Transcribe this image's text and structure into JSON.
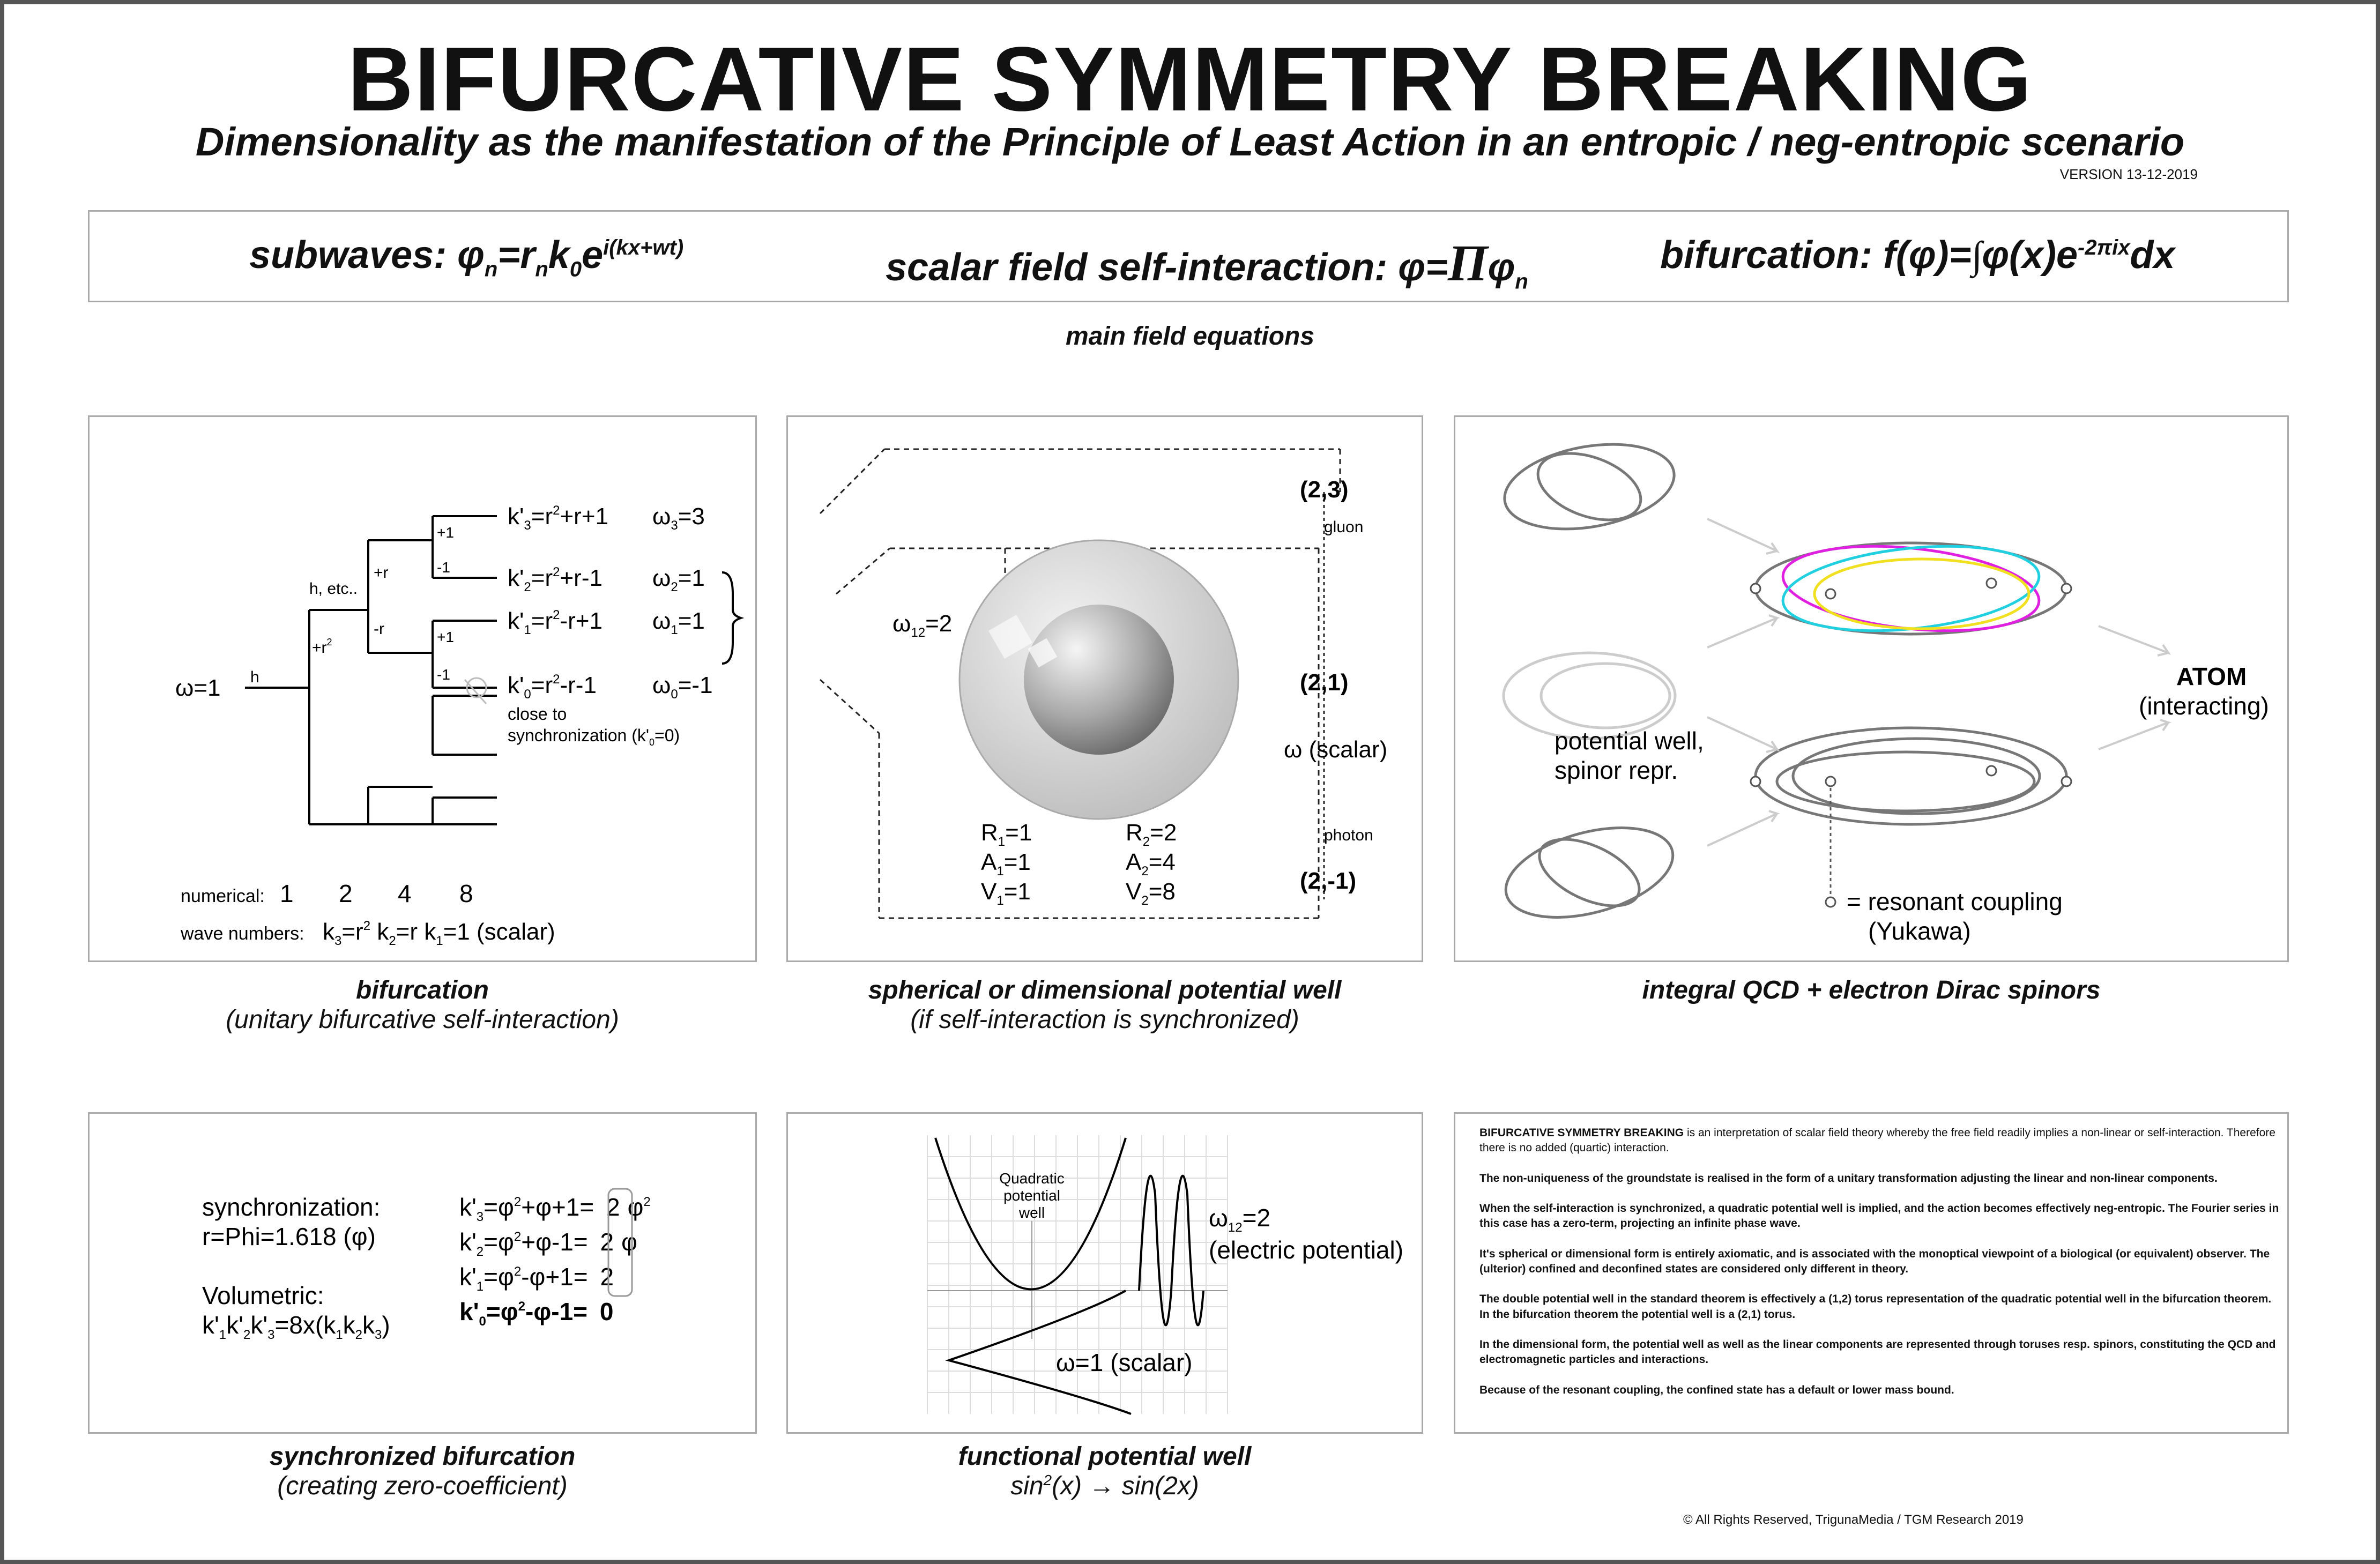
{
  "header": {
    "title": "BIFURCATIVE SYMMETRY BREAKING",
    "subtitle": "Dimensionality as the manifestation of the Principle of Least Action in an entropic / neg-entropic scenario",
    "version": "VERSION 13-12-2019"
  },
  "equations": {
    "subwaves_label": "subwaves:",
    "scalar_label": "scalar field self-interaction:",
    "bifurcation_label": "bifurcation:",
    "main_label": "main field equations"
  },
  "panel1": {
    "omega": "ω=1",
    "h": "h",
    "h_etc": "h, etc..",
    "plus_r2": "+r",
    "plus_r": "+r",
    "minus_r": "-r",
    "p1a": "+1",
    "m1a": "-1",
    "p1b": "+1",
    "m1b": "-1",
    "k3": "k'",
    "k3_rest": "=r",
    "w3": "ω",
    "close": "close to",
    "sync": "synchronization (k'",
    "numerical_label": "numerical:",
    "num": [
      "1",
      "2",
      "4",
      "8"
    ],
    "wave_label": "wave numbers:",
    "caption_title": "bifurcation",
    "caption_sub": "(unitary bifurcative self-interaction)"
  },
  "panel2": {
    "l23": "(2,3)",
    "gluon": "gluon",
    "l21": "(2,1)",
    "scalar": "ω (scalar)",
    "photon": "photon",
    "l2m1": "(2,-1)",
    "omega12": "ω",
    "caption_title": "spherical or dimensional potential well",
    "caption_sub": "(if self-interaction is synchronized)"
  },
  "panel3": {
    "potential": "potential well,",
    "spinor": "spinor repr.",
    "atom": "ATOM",
    "interacting": "(interacting)",
    "resonant": "= resonant coupling",
    "yukawa": "(Yukawa)",
    "caption_title": "integral QCD + electron Dirac spinors"
  },
  "panel4": {
    "sync_label": "synchronization:",
    "phi": "r=Phi=1.618 (φ)",
    "volumetric": "Volumetric:",
    "caption_title": "synchronized bifurcation",
    "caption_sub": "(creating zero-coefficient)"
  },
  "panel5": {
    "quadratic": [
      "Quadratic",
      "potential",
      "well"
    ],
    "electric": "(electric potential)",
    "scalar": "ω=1 (scalar)",
    "caption_title": "functional potential well"
  },
  "text": {
    "p1_bold": "BIFURCATIVE SYMMETRY BREAKING",
    "p1": " is an interpretation of scalar field theory whereby the free field readily implies a non-linear or self-interaction. Therefore there is no added (quartic) interaction.",
    "p2": "The non-uniqueness of the groundstate is realised in the form of a unitary transformation adjusting the linear and non-linear components.",
    "p3": "When the self-interaction is synchronized, a quadratic potential well is implied, and the action becomes effectively neg-entropic. The Fourier series in this case has a zero-term, projecting an infinite phase wave.",
    "p4": "It's spherical or dimensional form is entirely axiomatic, and is associated with the monoptical viewpoint of a biological (or equivalent) observer. The (ulterior) confined and deconfined states are considered only different in theory.",
    "p5": "The double potential well in the standard theorem is effectively a (1,2) torus representation of the quadratic potential well in the bifurcation theorem. In the bifurcation theorem the potential well is a (2,1) torus.",
    "p6": "In the dimensional form, the potential well as well as the linear components are represented through toruses resp. spinors, constituting the QCD and electromagnetic particles and interactions.",
    "p7": "Because of the resonant coupling, the confined state has a default or lower mass bound."
  },
  "footer": {
    "copyright": "© All Rights Reserved, TrigunaMedia / TGM Research 2019"
  }
}
